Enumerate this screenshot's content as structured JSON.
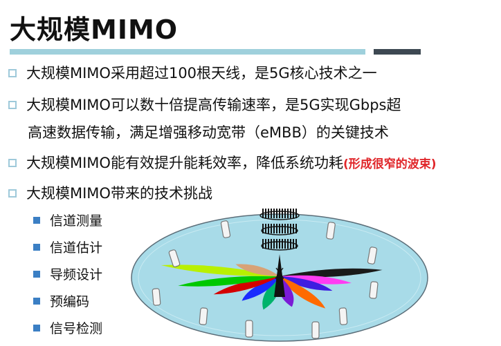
{
  "slide": {
    "title": "大规模MIMO",
    "accent_color": "#9fd0dc",
    "dark_bar_color": "#3d4852",
    "bullets": [
      "大规模MIMO采用超过100根天线，是5G核心技术之一",
      "大规模MIMO可以数十倍提高传输速率，是5G实现Gbps超",
      "大规模MIMO能有效提升能耗效率，降低系统功耗",
      "大规模MIMO带来的技术挑战"
    ],
    "bullet_continuation": "高速数据传输，满足增强移动宽带（eMBB）的关键技术",
    "highlight_note": "(形成很窄的波束)",
    "highlight_color": "#e0262a",
    "sub_bullet_color": "#3b7fc4",
    "sub_bullets": [
      "信道测量",
      "信道估计",
      "导频设计",
      "预编码",
      "信号检测"
    ]
  },
  "illustration": {
    "description_icon": "massive-mimo-beamforming-illustration",
    "disc_color": "#a8dbe8",
    "beam_colors": [
      "#1a1a1a",
      "#ff3df2",
      "#3f1de0",
      "#ff6a00",
      "#7a1bd6",
      "#00b36b",
      "#1a2bff",
      "#d40000",
      "#00c800",
      "#b9f000",
      "#d8a276"
    ]
  }
}
